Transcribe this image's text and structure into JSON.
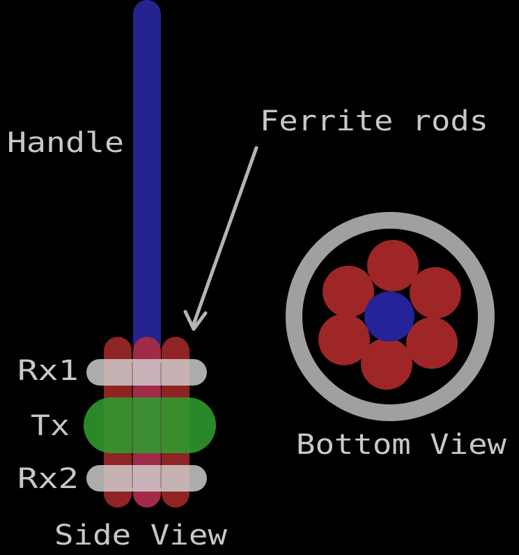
{
  "labels": {
    "handle": "Handle",
    "ferrite_rods": "Ferrite rods",
    "rx1": "Rx1",
    "tx": "Tx",
    "rx2": "Rx2",
    "side_view": "Side View",
    "bottom_view": "Bottom View"
  },
  "colors": {
    "background": "#000000",
    "handle": "#24238f",
    "ferrite_rod": "#8f2424",
    "bottom_rod": "#9e2626",
    "center_rod": "#24239a",
    "tx_coil": "#2f9c2f",
    "rx_coil": "#d2d2d2",
    "outer_ring": "#a0a0a0",
    "text": "#c8c8c8",
    "arrow": "#b4b4b4"
  }
}
